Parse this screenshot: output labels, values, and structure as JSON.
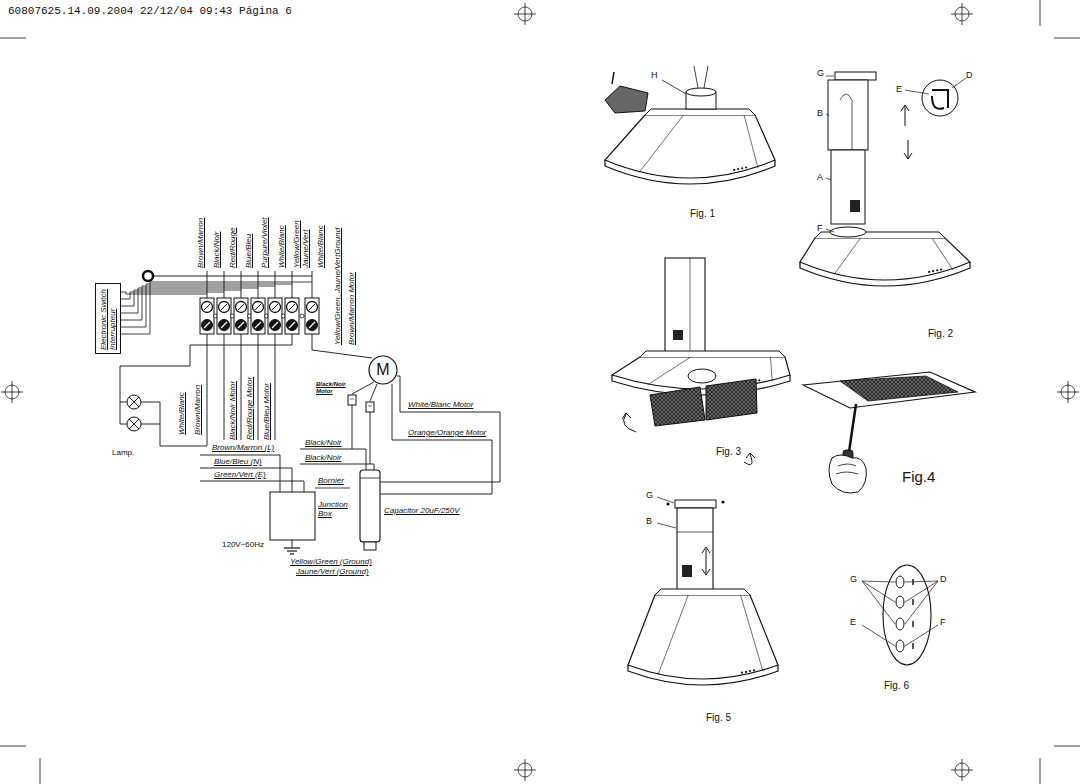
{
  "diagram": {
    "nodes": [
      {
        "text": [
          "Electronic Switch",
          "Interrupteur"
        ]
      },
      {
        "text": [
          "M"
        ]
      }
    ],
    "labels": [
      "60807625.14.09.2004 22/12/04 09:43 Página 6",
      "Brown/Marron",
      "Black/Noir",
      "Red/Rouge",
      "Blue/Bleu",
      "Purpure/Violet",
      "White/Blanc",
      "Yellow/Green Jaune/Vert",
      "White/Blanc",
      "Yellow/Green_Jaune/VertGround",
      "Brown/Marron Motor",
      "White/Blanc",
      "Brown/Marron",
      "Black/Noir Motor",
      "Red/Rouge Motor",
      "Blue/Bleu Motor",
      "Black/Noir Motor",
      "White/Blanc Motor",
      "Black/Noir",
      "Orange/Orange Motor",
      "Black/Noir",
      "Lamp.",
      "Brown/Marron (L)",
      "Blue/Bleu (N)",
      "Green/Vert (E)",
      "Bornier",
      "Junction Box",
      "Capacitor 20uF/250V",
      "120V~60Hz",
      "Yellow/Green (Ground)",
      "Jaune/Vert (Ground)",
      "H",
      "Fig. 1",
      "G",
      "B",
      "A",
      "F",
      "E",
      "D",
      "Fig. 2",
      "Fig. 3",
      "Fig.4",
      "G",
      "B",
      "Fig. 5",
      "G",
      "D",
      "E",
      "F",
      "Fig. 6"
    ]
  }
}
